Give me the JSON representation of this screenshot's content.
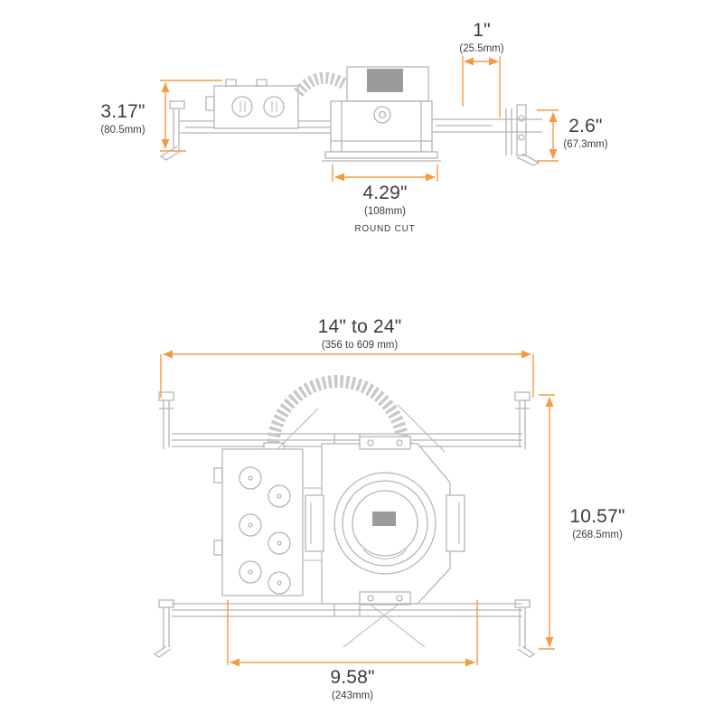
{
  "colors": {
    "dimension_line": "#F49B42",
    "line_art": "#b5b5b5",
    "text": "#3d3d3d"
  },
  "side_view": {
    "dim_top": {
      "value": "1\"",
      "metric": "(25.5mm)"
    },
    "dim_left": {
      "value": "3.17\"",
      "metric": "(80.5mm)"
    },
    "dim_right": {
      "value": "2.6\"",
      "metric": "(67.3mm)"
    },
    "dim_cutout": {
      "value": "4.29\"",
      "metric": "(108mm)",
      "note": "ROUND CUT"
    }
  },
  "plan_view": {
    "dim_hanger_bars": {
      "value": "14\" to 24\"",
      "metric": "(356 to 609 mm)"
    },
    "dim_height": {
      "value": "10.57\"",
      "metric": "(268.5mm)"
    },
    "dim_width": {
      "value": "9.58\"",
      "metric": "(243mm)"
    }
  }
}
